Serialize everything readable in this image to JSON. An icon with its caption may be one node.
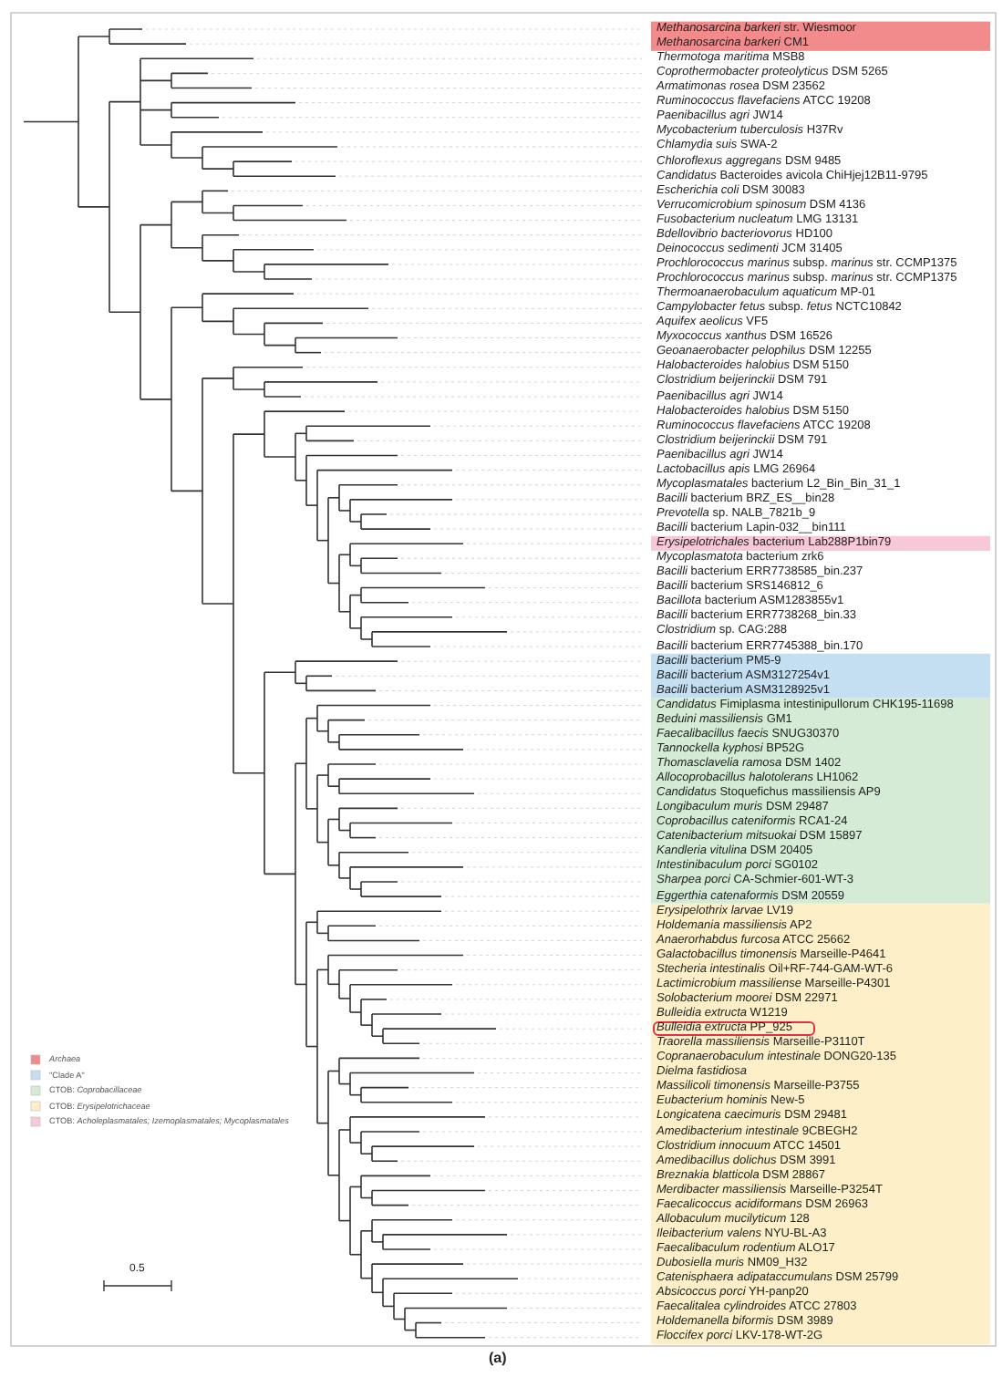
{
  "diagram": {
    "caption": "(a)",
    "nodes": [
      {
        "text": [
          "*Bulleidia extructa* PP_925"
        ]
      }
    ],
    "labels": [
      "*Methanosarcina barkeri* str. Wiesmoor",
      "*Methanosarcina barkeri* CM1",
      "*Thermotoga maritima* MSB8",
      "*Coprothermobacter proteolyticus* DSM 5265",
      "*Armatimonas rosea* DSM 23562",
      "*Ruminococcus flavefaciens* ATCC 19208",
      "*Paenibacillus agri* JW14",
      "*Mycobacterium tuberculosis* H37Rv",
      "*Chlamydia suis* SWA-2",
      "*Chloroflexus aggregans* DSM 9485",
      "*Candidatus* Bacteroides avicola ChiHjej12B11-9795",
      "*Escherichia coli* DSM 30083",
      "*Verrucomicrobium spinosum* DSM 4136",
      "*Fusobacterium nucleatum* LMG 13131",
      "*Bdellovibrio bacteriovorus* HD100",
      "*Deinococcus sedimenti* JCM 31405",
      "*Prochlorococcus marinus* subsp. *marinus* str. CCMP1375",
      "*Prochlorococcus marinus* subsp. *marinus* str. CCMP1375",
      "*Thermoanaerobaculum aquaticum* MP-01",
      "*Campylobacter fetus* subsp. *fetus* NCTC10842",
      "*Aquifex aeolicus* VF5",
      "*Myxococcus xanthus* DSM 16526",
      "*Geoanaerobacter pelophilus* DSM 12255",
      "*Halobacteroides halobius* DSM 5150",
      "*Clostridium beijerinckii* DSM 791",
      "*Paenibacillus agri* JW14",
      "*Halobacteroides halobius* DSM 5150",
      "*Ruminococcus flavefaciens* ATCC 19208",
      "*Clostridium beijerinckii* DSM 791",
      "*Paenibacillus agri* JW14",
      "*Lactobacillus apis* LMG 26964",
      "*Mycoplasmatales* bacterium L2_Bin_Bin_31_1",
      "*Bacilli* bacterium BRZ_ES__bin28",
      "*Prevotella* sp. NALB_7821b_9",
      "*Bacilli* bacterium Lapin-032__bin111",
      "*Erysipelotrichales* bacterium Lab288P1bin79",
      "*Mycoplasmatota* bacterium zrk6",
      "*Bacilli* bacterium ERR7738585_bin.237",
      "*Bacilli* bacterium SRS146812_6",
      "*Bacillota* bacterium ASM1283855v1",
      "*Bacilli* bacterium ERR7738268_bin.33",
      "*Clostridium* sp. CAG:288",
      "*Bacilli* bacterium ERR7745388_bin.170",
      "*Bacilli* bacterium PM5-9",
      "*Bacilli* bacterium ASM3127254v1",
      "*Bacilli* bacterium ASM3128925v1",
      "*Candidatus* Fimiplasma intestinipullorum CHK195-11698",
      "*Beduini massiliensis* GM1",
      "*Faecalibacillus faecis* SNUG30370",
      "*Tannockella kyphosi* BP52G",
      "*Thomasclavelia ramosa* DSM 1402",
      "*Allocoprobacillus halotolerans* LH1062",
      "*Candidatus* Stoquefichus massiliensis AP9",
      "*Longibaculum muris* DSM 29487",
      "*Coprobacillus cateniformis* RCA1-24",
      "*Catenibacterium mitsuokai* DSM 15897",
      "*Kandleria vitulina* DSM 20405",
      "*Intestinibaculum porci* SG0102",
      "*Sharpea porci* CA-Schmier-601-WT-3",
      "*Eggerthia catenaformis* DSM 20559",
      "*Erysipelothrix larvae* LV19",
      "*Holdemania massiliensis* AP2",
      "*Anaerorhabdus furcosa* ATCC 25662",
      "*Galactobacillus timonensis* Marseille-P4641",
      "*Stecheria intestinalis* Oil+RF-744-GAM-WT-6",
      "*Lactimicrobium massiliense* Marseille-P4301",
      "*Solobacterium moorei* DSM 22971",
      "*Bulleidia extructa* W1219",
      "*Traorella massiliensis* Marseille-P3110T",
      "*Copranaerobaculum intestinale* DONG20-135",
      "*Dielma fastidiosa*",
      "*Massilicoli timonensis* Marseille-P3755",
      "*Eubacterium hominis* New-5",
      "*Longicatena caecimuris* DSM 29481",
      "*Amedibacterium intestinale* 9CBEGH2",
      "*Clostridium innocuum* ATCC 14501",
      "*Amedibacillus dolichus* DSM 3991",
      "*Breznakia blatticola* DSM 28867",
      "*Merdibacter massiliensis* Marseille-P3254T",
      "*Faecalicoccus acidiformans* DSM 26963",
      "*Allobaculum mucilyticum* 128",
      "*Ileibacterium valens* NYU-BL-A3",
      "*Faecalibaculum rodentium* ALO17",
      "*Dubosiella muris* NM09_H32",
      "*Catenisphaera adipataccumulans* DSM 25799",
      "*Absicoccus porci* YH-panp20",
      "*Faecalitalea cylindroides* ATCC 27803",
      "*Holdemanella biformis* DSM 3989",
      "*Floccifex porci* LKV-178-WT-2G",
      "0.5"
    ],
    "legend": [
      {
        "text": "*Archaea*",
        "color": "#f28b8b"
      },
      {
        "text": "\"Clade A\"",
        "color": "#c5dff2"
      },
      {
        "text": "CTOB: *Coprobacillaceae*",
        "color": "#d5ebd5"
      },
      {
        "text": "CTOB: *Erysipelotrichaceae*",
        "color": "#fdf0c8"
      },
      {
        "text": "CTOB: *Acholeplasmatales; Izemoplasmatales; Mycoplasmatales*",
        "color": "#f6c8d8"
      }
    ]
  }
}
